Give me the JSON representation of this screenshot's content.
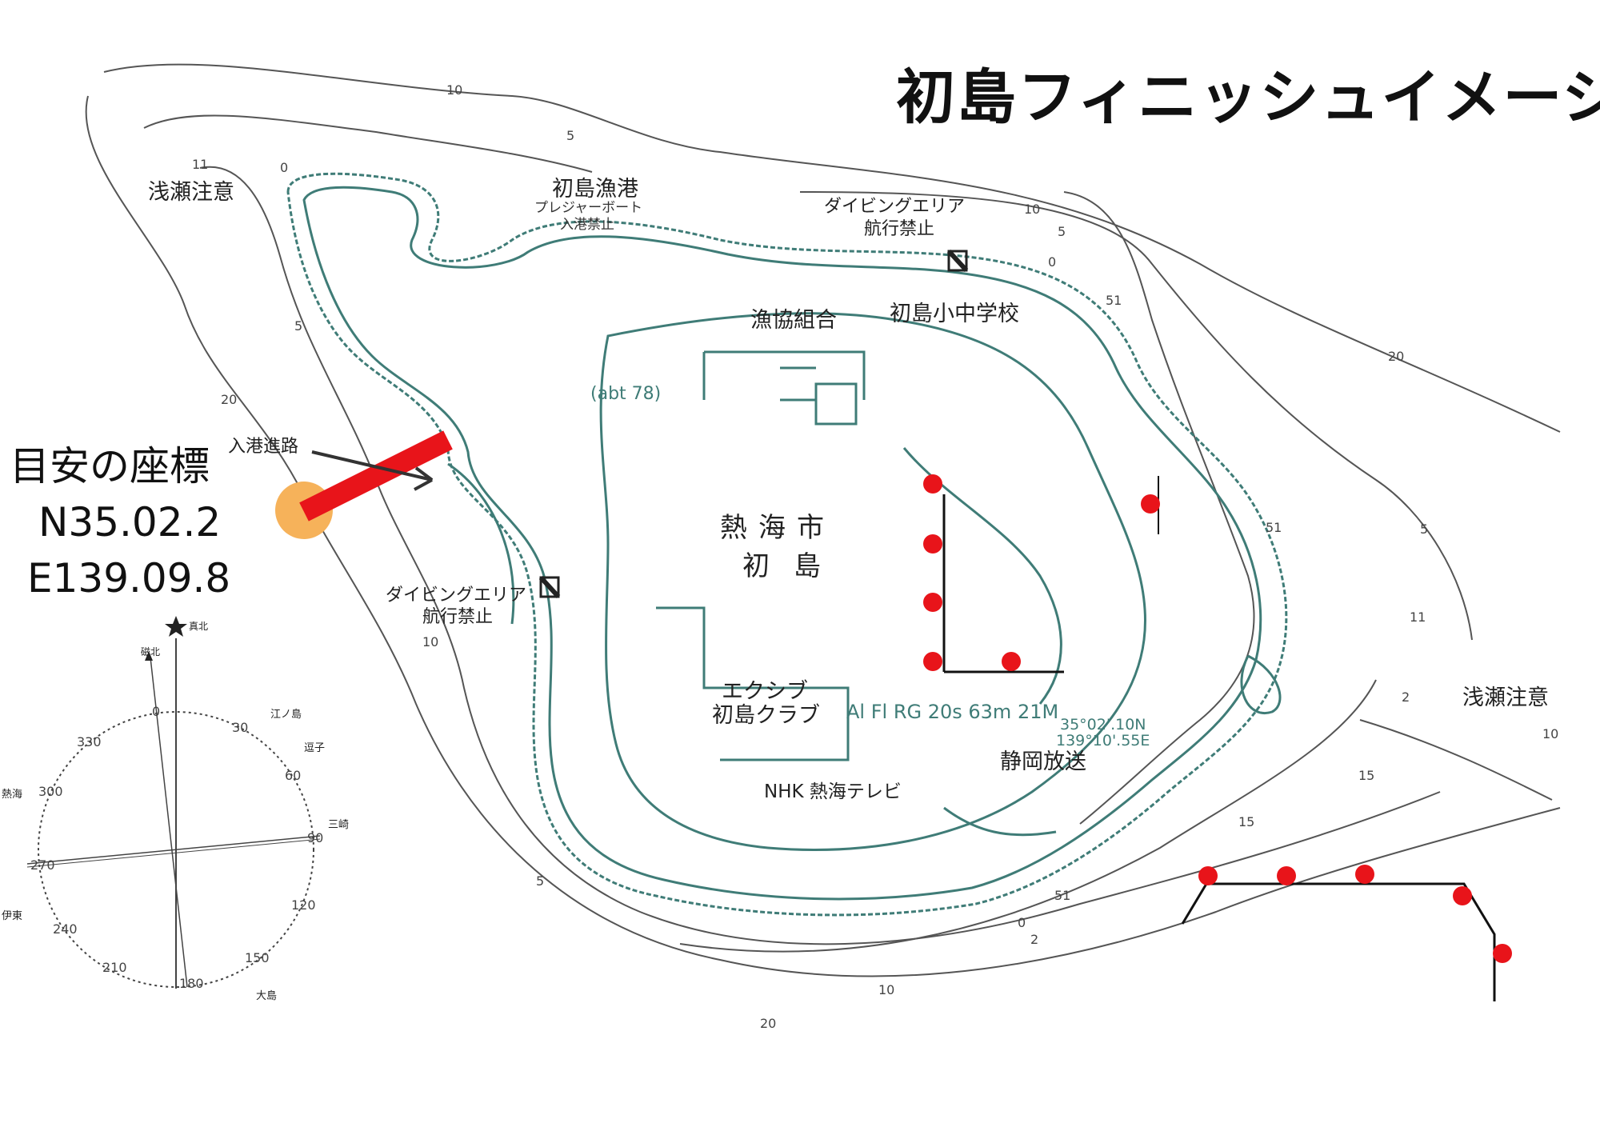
{
  "title": "初島フィニッシュイメージ",
  "coordinates": {
    "title": "目安の座標",
    "lat": "N35.02.2",
    "lon": "E139.09.8"
  },
  "labels": {
    "shoal_nw": "浅瀬注意",
    "shoal_se": "浅瀬注意",
    "harbor": "初島漁港",
    "harbor_note1": "プレジャーボート",
    "harbor_note2": "入港禁止",
    "dive_n_1": "ダイビングエリア",
    "dive_n_2": "航行禁止",
    "dive_w_1": "ダイビングエリア",
    "dive_w_2": "航行禁止",
    "entry_route": "入港進路",
    "fishery_coop": "漁協組合",
    "school": "初島小中学校",
    "abt": "(abt 78)",
    "city": "熱海市",
    "island": "初島",
    "exiv_1": "エクシブ",
    "exiv_2": "初島クラブ",
    "light": "Al Fl RG 20s 63m 21M",
    "light_lat": "35°02'.10N",
    "light_lon": "139°10'.55E",
    "shizuoka": "静岡放送",
    "nhk": "NHK 熱海テレビ"
  },
  "depths": [
    "10",
    "5",
    "0",
    "11",
    "5",
    "20",
    "10",
    "10",
    "5",
    "0",
    "51",
    "20",
    "51",
    "5",
    "11",
    "2",
    "10",
    "15",
    "15",
    "51",
    "0",
    "2",
    "10",
    "20",
    "5"
  ],
  "compass": {
    "true_north": "真北",
    "mag_north": "磁北",
    "degrees": [
      "0",
      "30",
      "60",
      "90",
      "120",
      "150",
      "180",
      "210",
      "240",
      "270",
      "300",
      "330"
    ],
    "places": {
      "enoshima": "江ノ島",
      "zushi": "逗子",
      "atami": "熱海",
      "misaki": "三崎",
      "ito": "伊東",
      "oshima": "大島"
    }
  },
  "colors": {
    "marker": "#e8141a",
    "target_circle": "#f6b25a",
    "island_line": "#3f7c77",
    "contour": "#444444"
  }
}
